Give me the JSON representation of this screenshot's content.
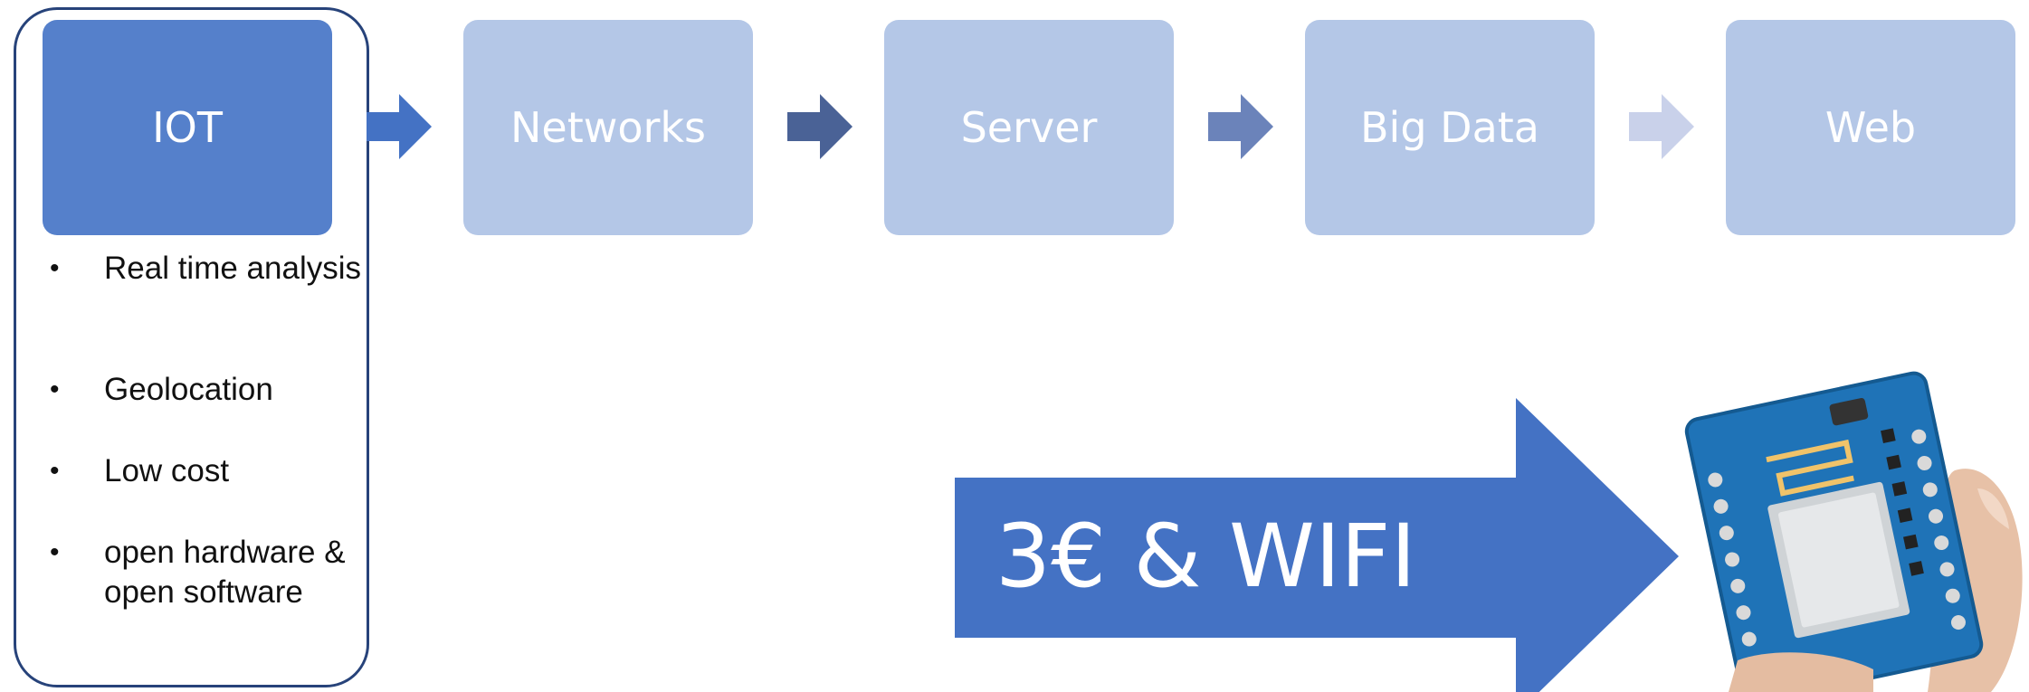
{
  "pipeline": {
    "steps": [
      {
        "label": "IOT",
        "active": true
      },
      {
        "label": "Networks",
        "active": false
      },
      {
        "label": "Server",
        "active": false
      },
      {
        "label": "Big Data",
        "active": false
      },
      {
        "label": "Web",
        "active": false
      }
    ],
    "arrow_colors": [
      "#4472c4",
      "#4a6296",
      "#6b83ba",
      "#c9d1ea"
    ]
  },
  "iot_features": [
    "Real time analysis",
    "Geolocation",
    "Low cost",
    "open hardware & open software"
  ],
  "callout": {
    "label": "3€ & WIFI",
    "color": "#4472c4"
  },
  "colors": {
    "active_box": "#5580cb",
    "inactive_box": "#b4c7e7",
    "frame_border": "#27437a"
  },
  "illustration": {
    "icon": "wemos-d1-mini-board-icon"
  }
}
